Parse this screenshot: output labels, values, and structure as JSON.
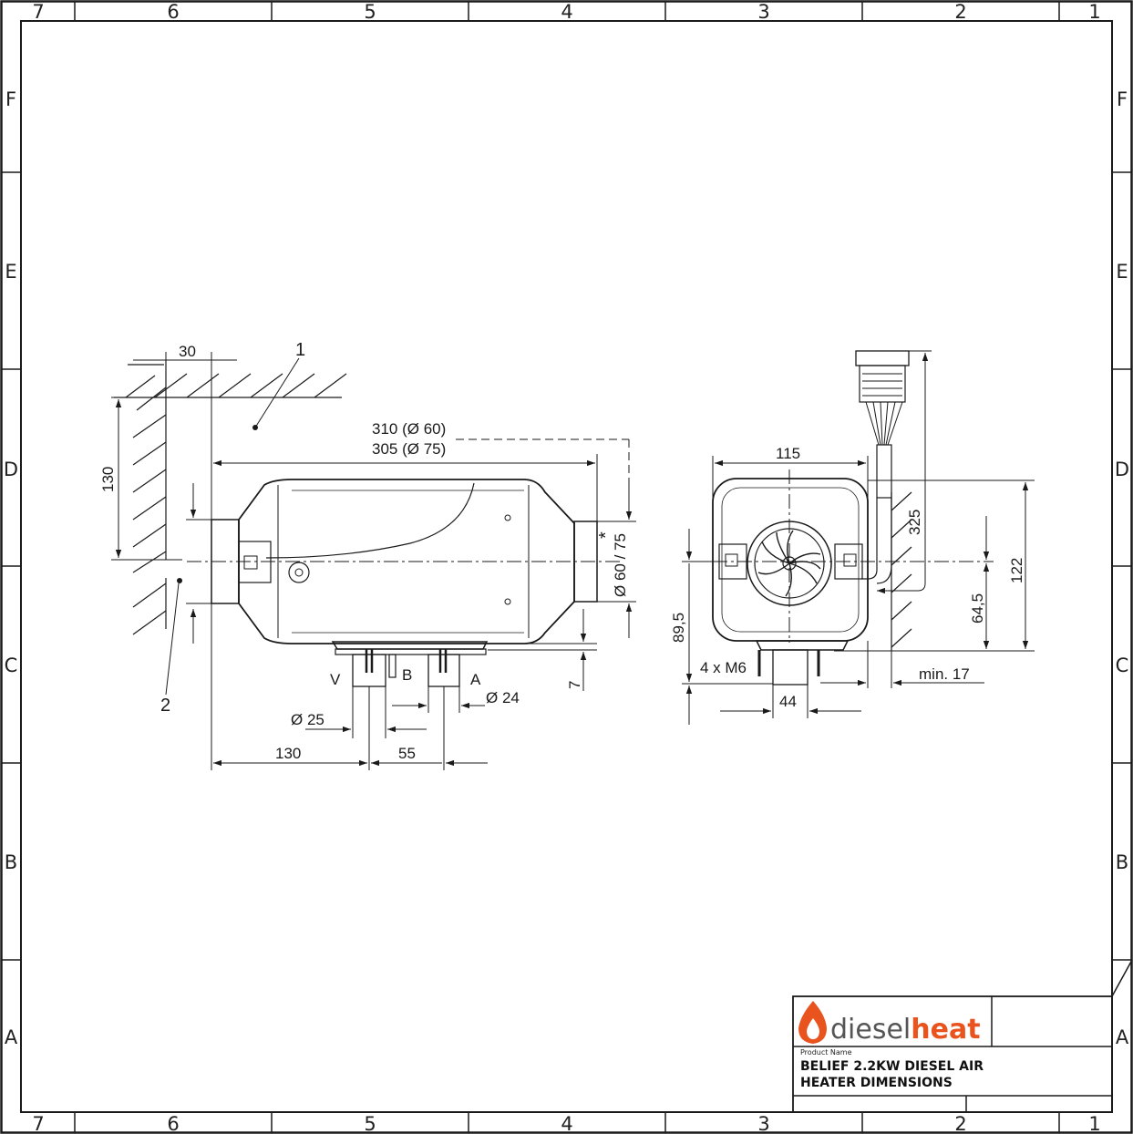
{
  "zones": {
    "columns": [
      "7",
      "6",
      "5",
      "4",
      "3",
      "2",
      "1"
    ],
    "rows": [
      "F",
      "E",
      "D",
      "C",
      "B",
      "A"
    ]
  },
  "title_block": {
    "brand_prefix": "diesel",
    "brand_suffix": "heat",
    "product_name_label": "Product Name",
    "product_name_line1": "BELIEF 2.2KW DIESEL AIR",
    "product_name_line2": "HEATER DIMENSIONS"
  },
  "colors": {
    "brand_orange": "#e8531e",
    "brand_gray": "#555555",
    "heater_body": "#d4d4d4"
  },
  "drawing": {
    "side_view": {
      "dim_30": "30",
      "callout_1": "1",
      "callout_2": "2",
      "dim_130_vertical": "130",
      "dim_310": "310 (Ø 60)",
      "dim_305": "305 (Ø 75)",
      "dim_outlet_diam": "Ø 60 / 75",
      "asterisk": "*",
      "label_v": "V",
      "label_b": "B",
      "label_a": "A",
      "dim_phi24": "Ø 24",
      "dim_phi25": "Ø 25",
      "dim_7": "7",
      "dim_130_horizontal": "130",
      "dim_55": "55"
    },
    "end_view": {
      "dim_115": "115",
      "dim_325": "325",
      "dim_122": "122",
      "dim_64_5": "64,5",
      "dim_89_5": "89,5",
      "label_4xM6": "4 x M6",
      "dim_min17": "min. 17",
      "dim_44": "44"
    }
  }
}
